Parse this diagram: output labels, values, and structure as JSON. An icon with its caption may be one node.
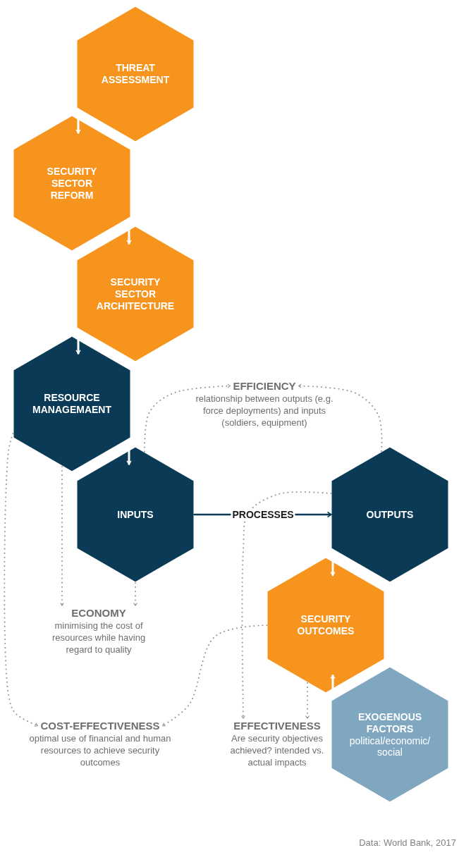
{
  "diagram": {
    "nodes": [
      {
        "text": [
          "THREAT ASSESSMENT"
        ]
      },
      {
        "text": [
          "SECURITY SECTOR REFORM"
        ]
      },
      {
        "text": [
          "SECURITY SECTOR ARCHITECTURE"
        ]
      },
      {
        "text": [
          "RESOURCE MANAGEMAENT"
        ]
      },
      {
        "text": [
          "INPUTS"
        ]
      },
      {
        "text": [
          "OUTPUTS"
        ]
      },
      {
        "text": [
          "SECURITY OUTCOMES"
        ]
      },
      {
        "text": [
          "EXOGENOUS FACTORS",
          "political/economic/ social"
        ]
      },
      {
        "text": [
          "EFFICIENCY",
          "relationship between outputs (e.g. force deployments) and inputs (soldiers, equipment)"
        ]
      },
      {
        "text": [
          "ECONOMY",
          "minimising the cost of resources while having regard to quality"
        ]
      },
      {
        "text": [
          "COST-EFFECTIVENESS",
          "optimal use of financial and  human resources to achieve security outcomes"
        ]
      },
      {
        "text": [
          "EFFECTIVENESS",
          "Are security objectives achieved? intended vs. actual impacts"
        ]
      }
    ],
    "edges": [
      {
        "from": 0,
        "to": 1,
        "arrow": "to",
        "color": "#ffffff"
      },
      {
        "from": 1,
        "to": 2,
        "arrow": "to",
        "color": "#ffffff"
      },
      {
        "from": 2,
        "to": 3,
        "arrow": "to",
        "color": "#ffffff"
      },
      {
        "from": 3,
        "to": 4,
        "arrow": "to",
        "color": "#ffffff"
      },
      {
        "from": 4,
        "to": 5,
        "arrow": "to",
        "label": "PROCESSES",
        "color": "#0b3a57"
      },
      {
        "from": 5,
        "to": 6,
        "arrow": "to",
        "color": "#ffffff"
      },
      {
        "from": 7,
        "to": 6,
        "arrow": "to",
        "color": "#ffffff"
      },
      {
        "from": 4,
        "to": 8,
        "arrow": "to",
        "style": "dashed"
      },
      {
        "from": 5,
        "to": 8,
        "arrow": "to",
        "style": "dashed"
      },
      {
        "from": 3,
        "to": 9,
        "arrow": "to",
        "style": "dashed"
      },
      {
        "from": 4,
        "to": 9,
        "arrow": "to",
        "style": "dashed"
      },
      {
        "from": 3,
        "to": 10,
        "arrow": "to",
        "style": "dashed"
      },
      {
        "from": 6,
        "to": 10,
        "arrow": "to",
        "style": "dashed"
      },
      {
        "from": 5,
        "to": 11,
        "arrow": "to",
        "style": "dashed"
      },
      {
        "from": 6,
        "to": 11,
        "arrow": "to",
        "style": "dashed"
      }
    ],
    "labels": [
      "Data: World Bank, 2017"
    ]
  }
}
